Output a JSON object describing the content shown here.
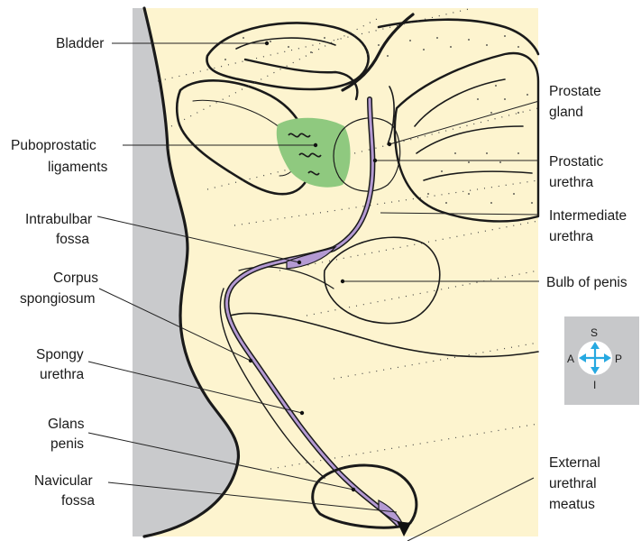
{
  "labels": {
    "bladder": "Bladder",
    "puboprostatic_1": "Puboprostatic",
    "puboprostatic_2": "ligaments",
    "intrabulbar_1": "Intrabulbar",
    "intrabulbar_2": "fossa",
    "corpus_1": "Corpus",
    "corpus_2": "spongiosum",
    "spongy_1": "Spongy",
    "spongy_2": "urethra",
    "glans_1": "Glans",
    "glans_2": "penis",
    "navicular_1": "Navicular",
    "navicular_2": "fossa",
    "prostate_1": "Prostate",
    "prostate_2": "gland",
    "prostatic_1": "Prostatic",
    "prostatic_2": "urethra",
    "intermediate_1": "Intermediate",
    "intermediate_2": "urethra",
    "bulb": "Bulb of penis",
    "external_1": "External",
    "external_2": "urethral",
    "external_3": "meatus"
  },
  "compass": {
    "superior": "S",
    "inferior": "I",
    "anterior": "A",
    "posterior": "P"
  },
  "colors": {
    "tissue": "#fdf4cf",
    "skin_shadow": "#c9cacc",
    "ligament": "#8fc97f",
    "prostate": "#f5b48e",
    "urethra": "#b49ad3",
    "compass_bg": "#c7c8ca",
    "compass_arrow": "#27a9e1"
  }
}
